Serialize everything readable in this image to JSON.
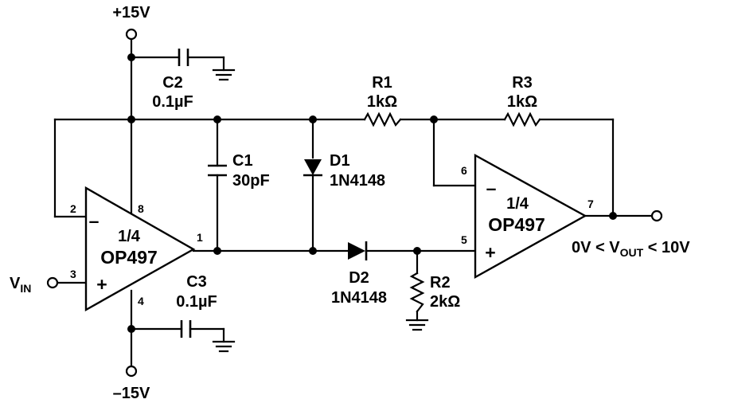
{
  "supply": {
    "positive": "+15V",
    "negative": "–15V"
  },
  "input": {
    "main": "V",
    "sub": "IN"
  },
  "output": {
    "prefix": "0V < V",
    "sub": "OUT",
    "suffix": " < 10V"
  },
  "amp1": {
    "fraction": "1/4",
    "name": "OP497",
    "minus": "–",
    "plus": "+",
    "pin_minus": "2",
    "pin_plus": "3",
    "pin_out": "1",
    "pin_vpos": "8",
    "pin_vneg": "4"
  },
  "amp2": {
    "fraction": "1/4",
    "name": "OP497",
    "minus": "–",
    "plus": "+",
    "pin_minus": "6",
    "pin_plus": "5",
    "pin_out": "7"
  },
  "components": {
    "c1": {
      "ref": "C1",
      "value": "30pF"
    },
    "c2": {
      "ref": "C2",
      "value": "0.1µF"
    },
    "c3": {
      "ref": "C3",
      "value": "0.1µF"
    },
    "d1": {
      "ref": "D1",
      "value": "1N4148"
    },
    "d2": {
      "ref": "D2",
      "value": "1N4148"
    },
    "r1": {
      "ref": "R1",
      "value": "1kΩ"
    },
    "r2": {
      "ref": "R2",
      "value": "2kΩ"
    },
    "r3": {
      "ref": "R3",
      "value": "1kΩ"
    }
  }
}
